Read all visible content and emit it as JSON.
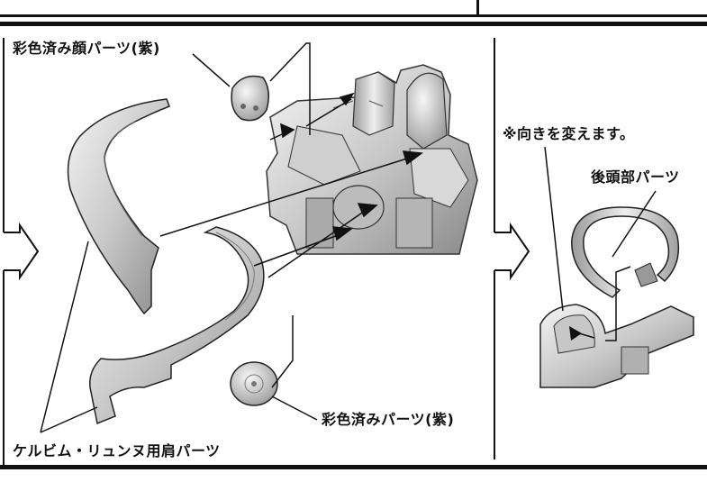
{
  "labels": {
    "face_part": "彩色済み顔パーツ(紫)",
    "turn_note": "※向きを変えます。",
    "back_head": "後頭部パーツ",
    "disc_part": "彩色済みパーツ(紫)",
    "shoulder_parts": "ケルビム・リュンヌ用肩パーツ"
  },
  "colors": {
    "ink": "#111111",
    "part_light": "#e6e6e6",
    "part_mid": "#b8b8b8",
    "part_dark": "#7a7a7a"
  }
}
